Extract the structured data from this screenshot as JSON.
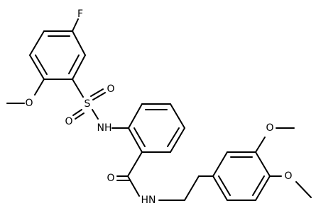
{
  "molecule": {
    "atom_labels": {
      "fluorine": "F",
      "sulfur": "S",
      "sulfonyl_oxygen_1": "O",
      "sulfonyl_oxygen_2": "O",
      "sulfonamide_nh": "NH",
      "ether_oxygen_left": "O",
      "amide_oxygen": "O",
      "amide_nh": "HN",
      "ether_oxygen_meta": "O",
      "ether_oxygen_para": "O"
    }
  },
  "colors": {
    "bond": "#000000",
    "text": "#000000",
    "background": "#ffffff"
  }
}
